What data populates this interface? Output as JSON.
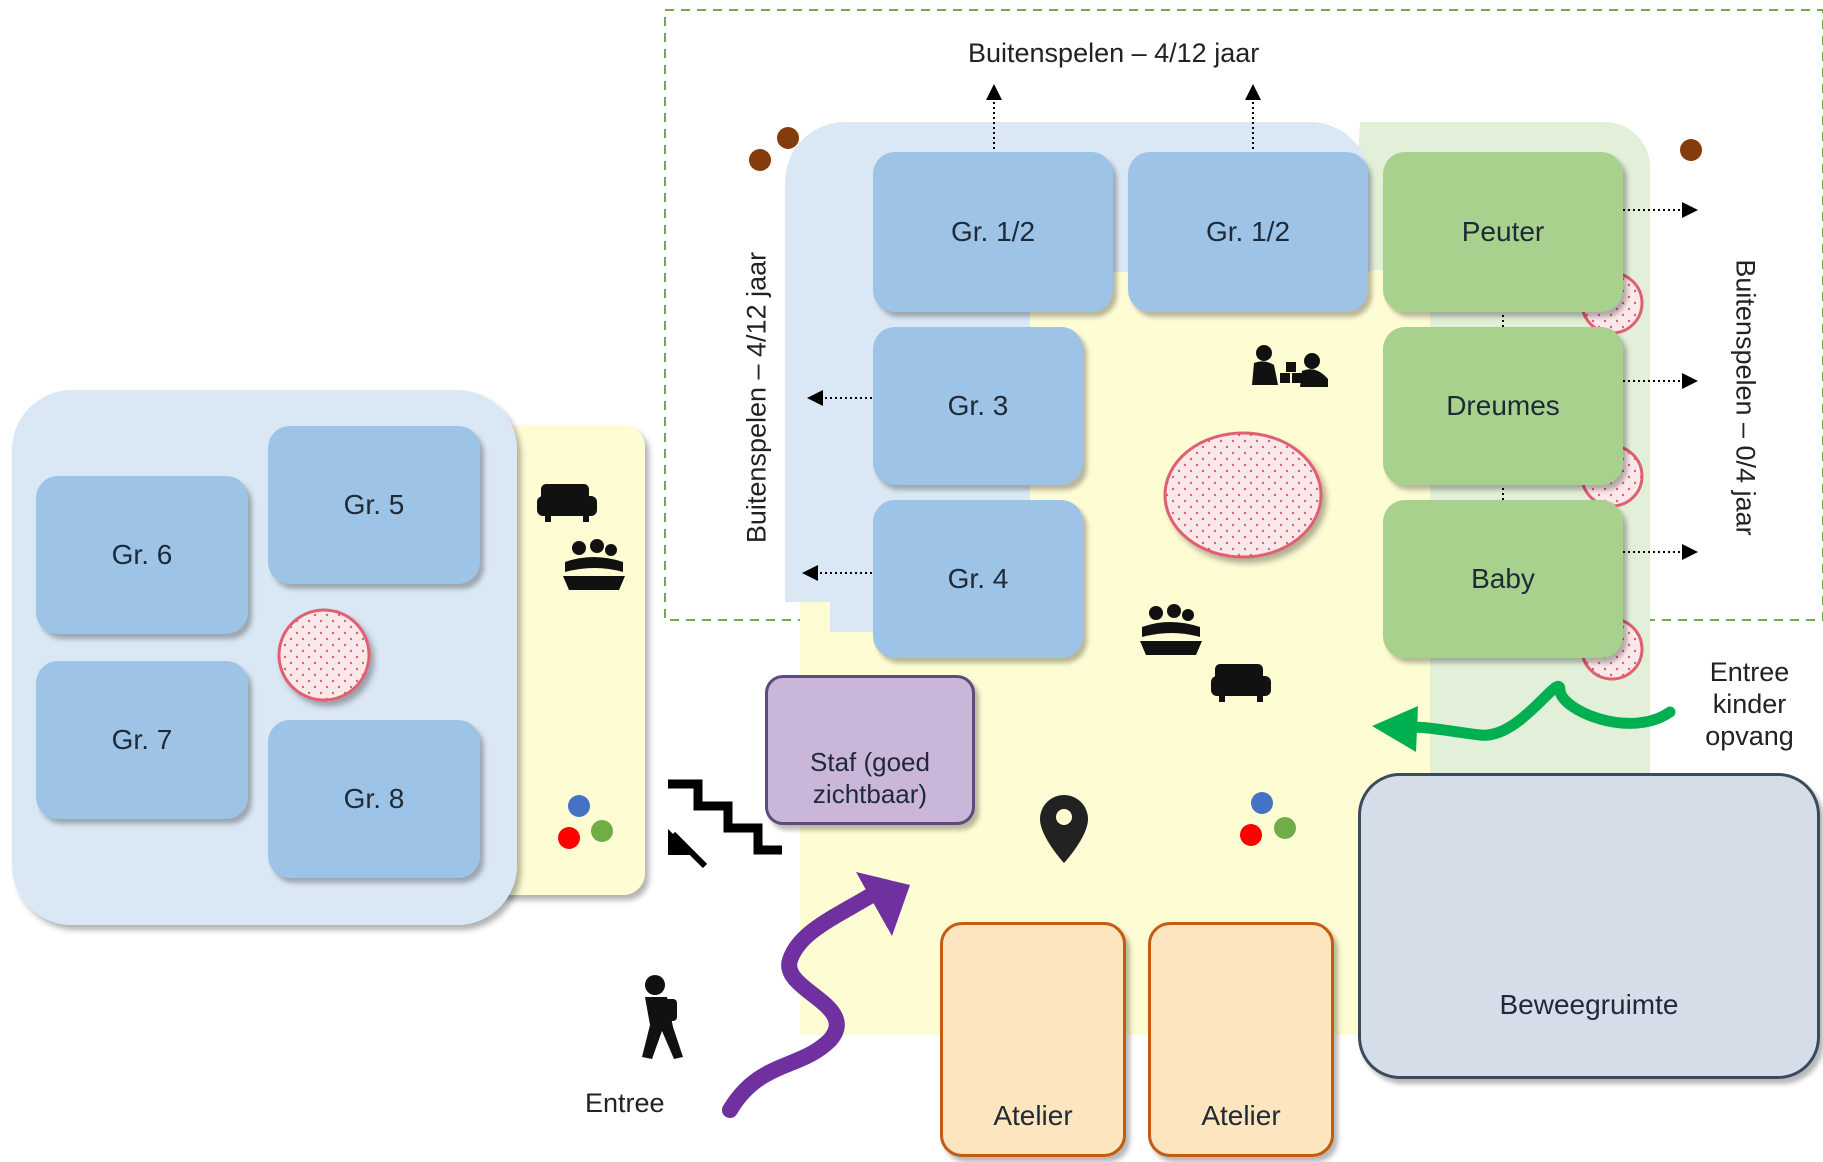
{
  "title_top": "Buitenspelen – 4/12 jaar",
  "title_left": "Buitenspelen – 4/12 jaar",
  "title_right": "Buitenspelen – 0/4 jaar",
  "rooms": {
    "gr12a": "Gr. 1/2",
    "gr12b": "Gr. 1/2",
    "gr3": "Gr. 3",
    "gr4": "Gr. 4",
    "gr5": "Gr. 5",
    "gr6": "Gr. 6",
    "gr7": "Gr. 7",
    "gr8": "Gr. 8",
    "peuter": "Peuter",
    "dreumes": "Dreumes",
    "baby": "Baby",
    "staf": "Staf (goed zichtbaar)",
    "atelier1": "Atelier",
    "atelier2": "Atelier",
    "beweeg": "Beweegruimte"
  },
  "entrances": {
    "main": "Entree",
    "kinderopvang": "Entree kinder opvang"
  },
  "icons": [
    "sofa-icon",
    "reading-children-icon",
    "stairs-icon",
    "location-pin-icon",
    "staff-icon",
    "tools-icon",
    "art-supplies-icon",
    "walking-child-icon",
    "playing-children-icon",
    "soccer-player-icon",
    "toys-icon",
    "play-dots-icon"
  ],
  "colors": {
    "classroom_blue": "#9dc3e6",
    "wing_blue": "#dae7f4",
    "childcare_green": "#a9d18e",
    "childcare_zone": "#e2efd9",
    "central_yellow": "#fefcd3",
    "staff_purple": "#c9b6d9",
    "atelier_orange": "#fde5bf",
    "gym_grey": "#d5dde8",
    "outdoor_dash": "#70ad47",
    "entry_arrow": "#7030a0",
    "childcare_arrow": "#00b050"
  }
}
